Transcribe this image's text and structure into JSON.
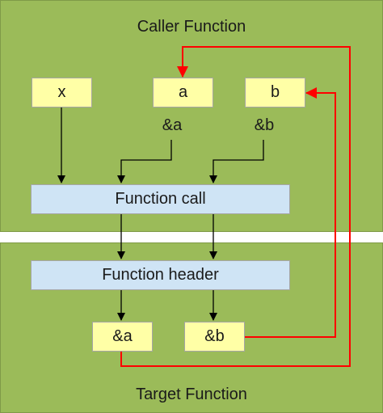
{
  "caller": {
    "title": "Caller Function"
  },
  "target": {
    "title": "Target Function"
  },
  "vars": {
    "x": "x",
    "a": "a",
    "b": "b"
  },
  "refs": {
    "a": "&a",
    "b": "&b"
  },
  "nodes": {
    "function_call": "Function call",
    "function_header": "Function header",
    "param_a": "&a",
    "param_b": "&b"
  },
  "colors": {
    "panel": "#9bbb59",
    "var_box": "#ffffa6",
    "func_box": "#cfe4f5",
    "feedback_arrow": "#ff0000",
    "flow_arrow": "#000000"
  }
}
